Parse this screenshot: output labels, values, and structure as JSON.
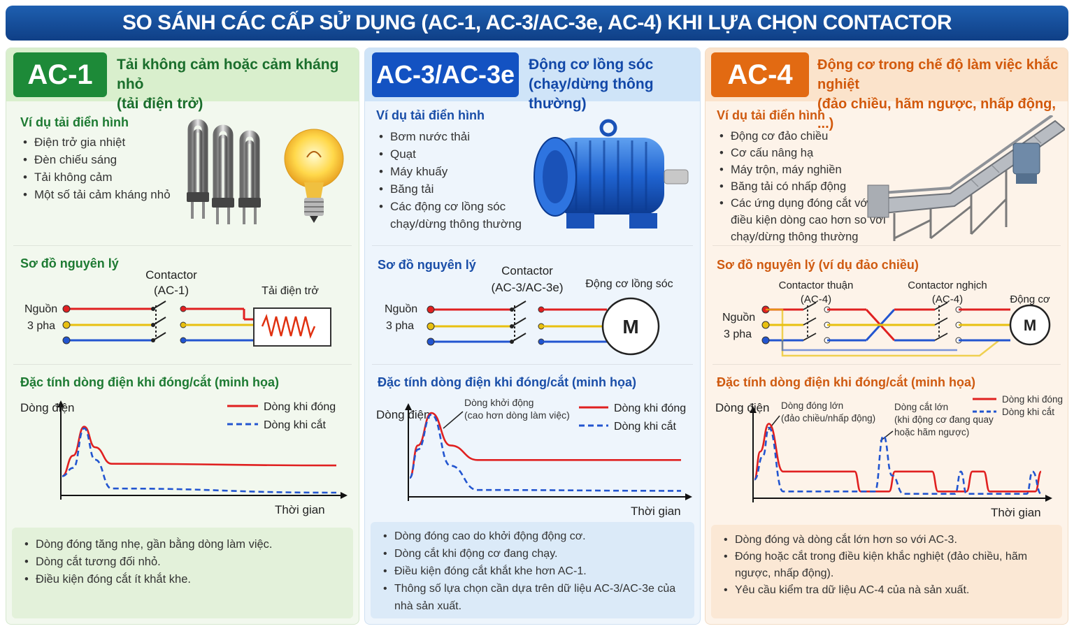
{
  "title": "SO SÁNH CÁC CẤP SỬ DỤNG (AC-1, AC-3/AC-3e, AC-4) KHI LỰA CHỌN CONTACTOR",
  "colors": {
    "ac1": "#1d8a38",
    "ac3": "#1352c2",
    "ac4": "#e26a12",
    "closing": "#e02020",
    "breaking": "#2255d0"
  },
  "columns": [
    {
      "badge": "AC-1",
      "heading": [
        "Tải không cảm hoặc cảm kháng nhỏ",
        "(tải điện trở)"
      ],
      "examples_title": "Ví dụ tải điển hình",
      "examples": [
        "Điện trở gia nhiệt",
        "Đèn chiếu sáng",
        "Tải không cảm",
        "Một số tải cảm kháng nhỏ"
      ],
      "example_icons": [
        "heating-element-icon",
        "light-bulb-icon"
      ],
      "diagram_title": "Sơ đồ nguyên lý",
      "diagram": {
        "source": [
          "Nguồn",
          "3 pha"
        ],
        "contactor": [
          "Contactor",
          "(AC-1)"
        ],
        "load": "Tải điện trở"
      },
      "chart_title": "Đặc tính dòng điện khi đóng/cắt (minh họa)",
      "notes": [
        "Dòng đóng tăng nhẹ, gần bằng dòng làm việc.",
        "Dòng cắt tương đối nhỏ.",
        "Điều kiện đóng cắt ít khắt khe."
      ]
    },
    {
      "badge": "AC-3/AC-3e",
      "heading": [
        "Động cơ lồng sóc",
        "(chạy/dừng thông thường)"
      ],
      "examples_title": "Ví dụ tải điển hình",
      "examples": [
        "Bơm nước thải",
        "Quạt",
        "Máy khuấy",
        "Băng tải",
        "Các động cơ lồng sóc chạy/dừng thông thường"
      ],
      "example_icons": [
        "electric-motor-icon"
      ],
      "diagram_title": "Sơ đồ nguyên lý",
      "diagram": {
        "source": [
          "Nguồn",
          "3 pha"
        ],
        "contactor": [
          "Contactor",
          "(AC-3/AC-3e)"
        ],
        "load": "Động cơ lồng sóc",
        "motor_symbol": "M"
      },
      "chart_title": "Đặc tính dòng điện khi đóng/cắt (minh họa)",
      "notes": [
        "Dòng đóng cao do khởi động động cơ.",
        "Dòng cắt khi động cơ đang chạy.",
        "Điều kiện đóng cắt khắt khe hơn AC-1.",
        "Thông số lựa chọn cần dựa trên dữ liệu AC-3/AC-3e của nhà sản xuất."
      ]
    },
    {
      "badge": "AC-4",
      "heading": [
        "Động cơ trong chế độ làm việc khắc nghiệt",
        "(đảo chiều, hãm ngược, nhấp động, ...)"
      ],
      "examples_title": "Ví dụ tải điển hình",
      "examples": [
        "Động cơ đảo chiều",
        "Cơ cấu nâng hạ",
        "Máy trộn, máy nghiền",
        "Băng tải có nhấp động",
        "Các ứng dụng đóng cắt với điều kiện dòng cao hơn so với chạy/dừng thông thường"
      ],
      "example_icons": [
        "conveyor-icon"
      ],
      "diagram_title": "Sơ đồ nguyên lý (ví dụ đảo chiều)",
      "diagram": {
        "source": [
          "Nguồn",
          "3 pha"
        ],
        "contactor_fwd": [
          "Contactor thuận",
          "(AC-4)"
        ],
        "contactor_rev": [
          "Contactor nghịch",
          "(AC-4)"
        ],
        "load": "Động cơ",
        "motor_symbol": "M"
      },
      "chart_title": "Đặc tính dòng điện khi đóng/cắt (minh họa)",
      "notes": [
        "Dòng đóng và dòng cắt lớn hơn so với AC-3.",
        "Đóng hoặc cắt trong điều kiện khắc nghiệt (đảo chiều, hãm ngược, nhấp động).",
        "Yêu cầu kiểm tra dữ liệu AC-4 của nà sản xuất."
      ]
    }
  ],
  "chart_data": [
    {
      "type": "line",
      "title": "Đặc tính dòng điện khi đóng/cắt (minh họa)",
      "ylabel": "Dòng điện",
      "xlabel": "Thời gian",
      "legend": "top-right",
      "series": [
        {
          "name": "Dòng khi đóng",
          "style": "solid",
          "x": [
            0,
            0.04,
            0.08,
            0.12,
            0.18,
            1.0
          ],
          "values": [
            0.2,
            0.45,
            0.8,
            0.55,
            0.35,
            0.33
          ]
        },
        {
          "name": "Dòng khi cắt",
          "style": "dashed",
          "x": [
            0,
            0.04,
            0.08,
            0.12,
            0.18,
            1.0
          ],
          "values": [
            0.2,
            0.3,
            0.78,
            0.4,
            0.05,
            0.0
          ]
        }
      ]
    },
    {
      "type": "line",
      "title": "Đặc tính dòng điện khi đóng/cắt (minh họa)",
      "ylabel": "Dòng điện",
      "xlabel": "Thời gian",
      "legend": "top-right",
      "annotations": [
        "Dòng khởi động",
        "(cao hơn dòng làm việc)"
      ],
      "series": [
        {
          "name": "Dòng khi đóng",
          "style": "solid",
          "x": [
            0,
            0.03,
            0.08,
            0.15,
            0.25,
            1.0
          ],
          "values": [
            0.2,
            0.6,
            1.0,
            0.6,
            0.42,
            0.42
          ]
        },
        {
          "name": "Dòng khi cắt",
          "style": "dashed",
          "x": [
            0,
            0.03,
            0.08,
            0.15,
            0.25,
            1.0
          ],
          "values": [
            0.2,
            0.55,
            0.98,
            0.35,
            0.05,
            0.04
          ]
        }
      ]
    },
    {
      "type": "line",
      "title": "Đặc tính dòng điện khi đóng/cắt (minh họa)",
      "ylabel": "Dòng điện",
      "xlabel": "Thời gian",
      "legend": "top-right",
      "annotations": [
        "Dòng đóng lớn",
        "(đảo chiều/nhấp động)",
        "Dòng cắt lớn",
        "(khi động cơ đang quay",
        "hoặc hãm ngược)"
      ],
      "series": [
        {
          "name": "Dòng khi đóng",
          "style": "solid",
          "x": [
            0,
            0.02,
            0.05,
            0.1,
            0.35,
            0.37,
            0.47,
            0.49,
            0.62,
            0.64,
            0.74,
            0.76,
            0.8,
            0.82,
            0.98,
            1.0
          ],
          "values": [
            0.2,
            0.55,
            0.9,
            0.3,
            0.3,
            0.05,
            0.05,
            0.3,
            0.3,
            0.05,
            0.05,
            0.3,
            0.3,
            0.05,
            0.05,
            0.3
          ]
        },
        {
          "name": "Dòng khi cắt",
          "style": "dashed",
          "x": [
            0,
            0.03,
            0.05,
            0.1,
            0.42,
            0.45,
            0.48,
            0.52,
            0.7,
            0.72,
            0.74,
            0.95,
            0.97,
            1.0
          ],
          "values": [
            0.2,
            0.5,
            0.85,
            0.05,
            0.05,
            0.75,
            0.25,
            0.02,
            0.02,
            0.3,
            0.02,
            0.02,
            0.3,
            0.02
          ]
        }
      ]
    }
  ]
}
